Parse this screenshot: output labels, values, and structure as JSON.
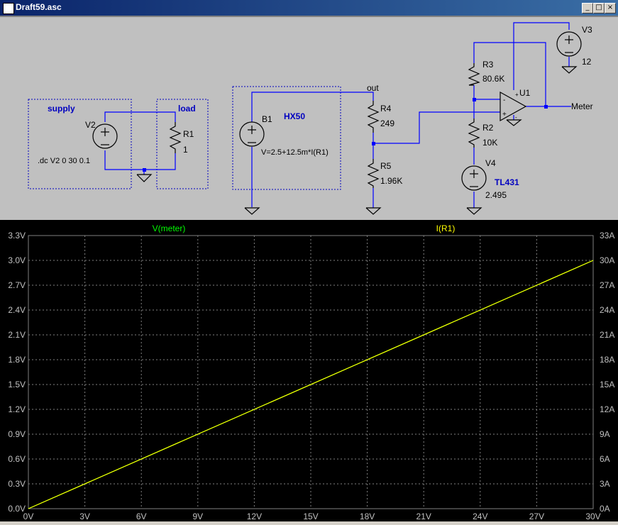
{
  "window": {
    "title": "Draft59.asc",
    "buttons": [
      "_",
      "□",
      "×"
    ]
  },
  "schematic": {
    "box_labels": {
      "supply": "supply",
      "load": "load",
      "hx50": "HX50"
    },
    "sources": {
      "V2": "V2",
      "V3": "V3",
      "V3_value": "12",
      "V4": "V4",
      "V4_type": "TL431",
      "V4_value": "2.495",
      "B1": "B1",
      "B1_expr": "V=2.5+12.5m*I(R1)"
    },
    "resistors": {
      "R1": "R1",
      "R1_value": "1",
      "R2": "R2",
      "R2_value": "10K",
      "R3": "R3",
      "R3_value": "80.6K",
      "R4": "R4",
      "R4_value": "249",
      "R5": "R5",
      "R5_value": "1.96K"
    },
    "opamp": "U1",
    "net_labels": {
      "out": "out",
      "meter": "Meter"
    },
    "directive": ".dc V2 0 30 0.1"
  },
  "chart_data": {
    "type": "line",
    "x": [
      0,
      30
    ],
    "series": [
      {
        "name": "V(meter)",
        "values": [
          0,
          3.0
        ],
        "axis": "left",
        "color": "#00ff00"
      },
      {
        "name": "I(R1)",
        "values": [
          0,
          30
        ],
        "axis": "right",
        "color": "#ffff00"
      }
    ],
    "x_ticks": [
      "0V",
      "3V",
      "6V",
      "9V",
      "12V",
      "15V",
      "18V",
      "21V",
      "24V",
      "27V",
      "30V"
    ],
    "y_ticks_left": [
      "0.0V",
      "0.3V",
      "0.6V",
      "0.9V",
      "1.2V",
      "1.5V",
      "1.8V",
      "2.1V",
      "2.4V",
      "2.7V",
      "3.0V",
      "3.3V"
    ],
    "y_ticks_right": [
      "0A",
      "3A",
      "6A",
      "9A",
      "12A",
      "15A",
      "18A",
      "21A",
      "24A",
      "27A",
      "30A",
      "33A"
    ],
    "xlim": [
      0,
      30
    ],
    "ylim_left": [
      0,
      3.3
    ],
    "ylim_right": [
      0,
      33
    ],
    "grid": true
  }
}
